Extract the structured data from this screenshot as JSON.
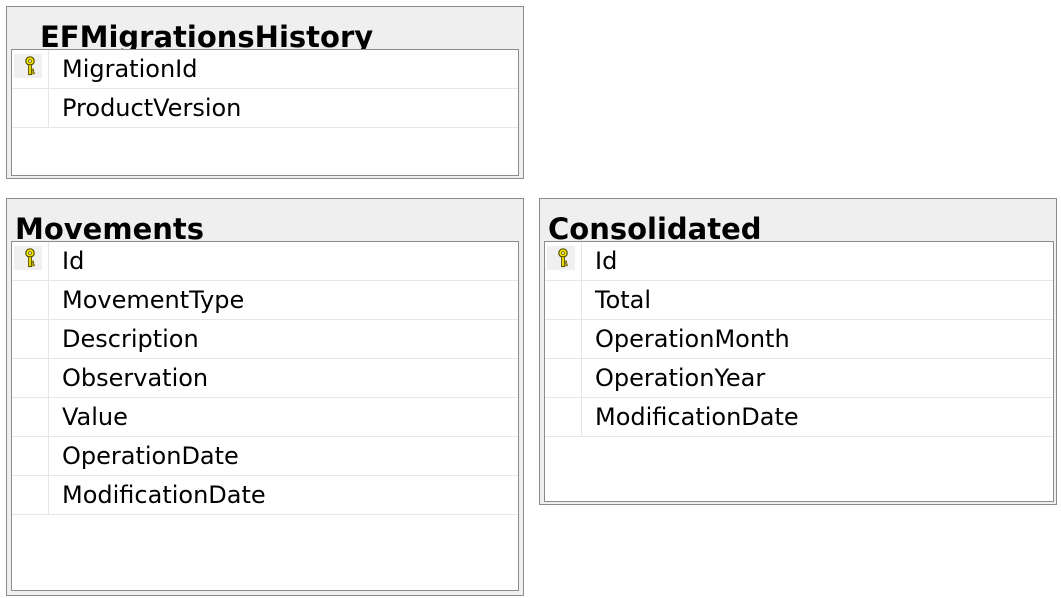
{
  "tables": [
    {
      "title": "EFMigrationsHistory",
      "columns": [
        {
          "name": "MigrationId",
          "primary_key": true
        },
        {
          "name": "ProductVersion",
          "primary_key": false
        }
      ]
    },
    {
      "title": "Movements",
      "columns": [
        {
          "name": "Id",
          "primary_key": true
        },
        {
          "name": "MovementType",
          "primary_key": false
        },
        {
          "name": "Description",
          "primary_key": false
        },
        {
          "name": "Observation",
          "primary_key": false
        },
        {
          "name": "Value",
          "primary_key": false
        },
        {
          "name": "OperationDate",
          "primary_key": false
        },
        {
          "name": "ModificationDate",
          "primary_key": false
        }
      ]
    },
    {
      "title": "Consolidated",
      "columns": [
        {
          "name": "Id",
          "primary_key": true
        },
        {
          "name": "Total",
          "primary_key": false
        },
        {
          "name": "OperationMonth",
          "primary_key": false
        },
        {
          "name": "OperationYear",
          "primary_key": false
        },
        {
          "name": "ModificationDate",
          "primary_key": false
        }
      ]
    }
  ],
  "icons": {
    "primary_key": "key-icon"
  },
  "colors": {
    "key_fill": "#f2e600",
    "key_stroke": "#5a5000",
    "title_bar": "#efefef",
    "border": "#8c8c8c"
  }
}
